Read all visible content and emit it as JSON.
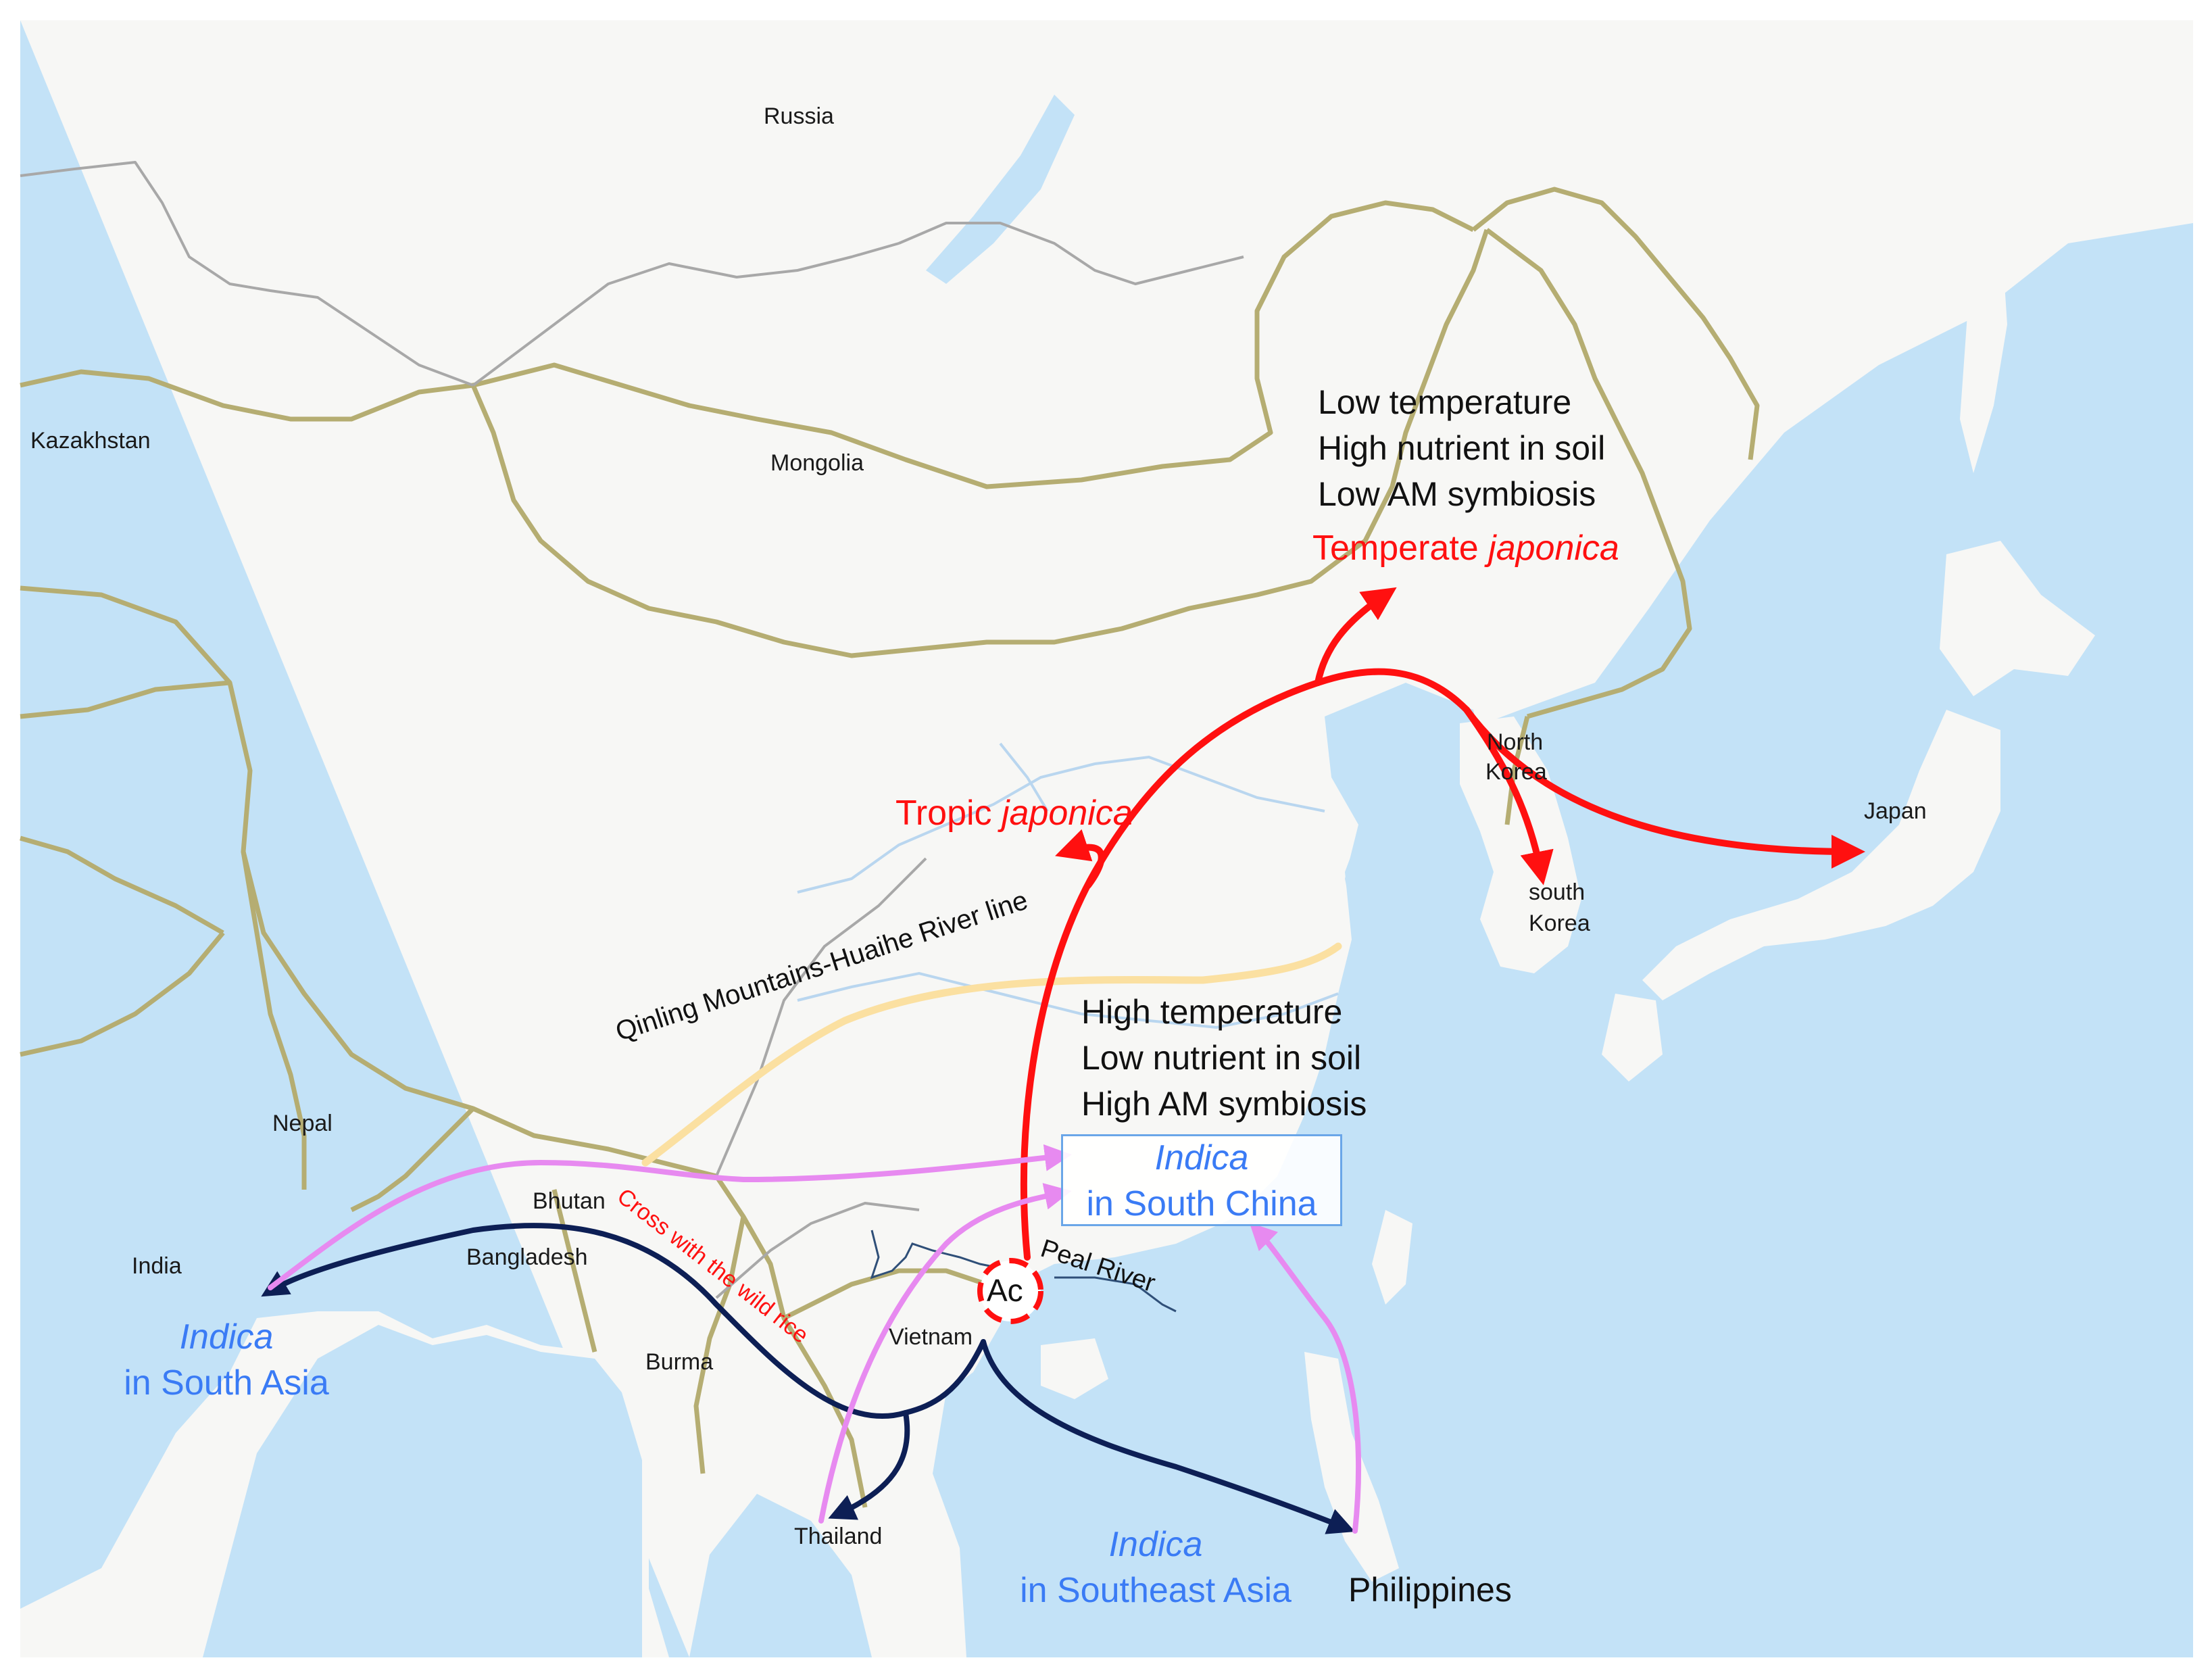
{
  "countries": {
    "russia": "Russia",
    "kazakhstan": "Kazakhstan",
    "mongolia": "Mongolia",
    "north_korea_1": "North",
    "north_korea_2": "Korea",
    "south_korea_1": "south",
    "south_korea_2": "Korea",
    "japan": "Japan",
    "nepal": "Nepal",
    "bhutan": "Bhutan",
    "bangladesh": "Bangladesh",
    "india": "India",
    "burma": "Burma",
    "vietnam": "Vietnam",
    "thailand": "Thailand",
    "philippines": "Philippines"
  },
  "north_conditions": [
    "Low temperature",
    "High nutrient in soil",
    "Low AM symbiosis"
  ],
  "south_conditions": [
    "High temperature",
    "Low nutrient in soil",
    "High AM symbiosis"
  ],
  "temperate": {
    "prefix": "Temperate ",
    "italic": "japonica"
  },
  "tropic": {
    "prefix": "Tropic ",
    "italic": "japonica"
  },
  "indica_south_china": {
    "italic": "Indica",
    "rest": "in South China"
  },
  "indica_south_asia": {
    "italic": "Indica",
    "rest": "in South Asia"
  },
  "indica_southeast_asia": {
    "italic": "Indica",
    "rest": "in Southeast Asia"
  },
  "qinling_line": "Qinling Mountains-Huaihe River line",
  "cross_wild_rice": "Cross with the wild rice",
  "peal_river": "Peal River",
  "origin": "Ac",
  "colors": {
    "sea": "#c3e2f7",
    "land": "#f7f7f5",
    "border": "#b5ad72",
    "internal_border": "#a8a8a8",
    "river": "#b9d6ef",
    "japonica_route": "#ff1010",
    "indica_route": "#0d1f55",
    "indica_return": "#e78af0",
    "qinling_line": "#fbe0a1",
    "indica_text": "#3a7bf5"
  }
}
